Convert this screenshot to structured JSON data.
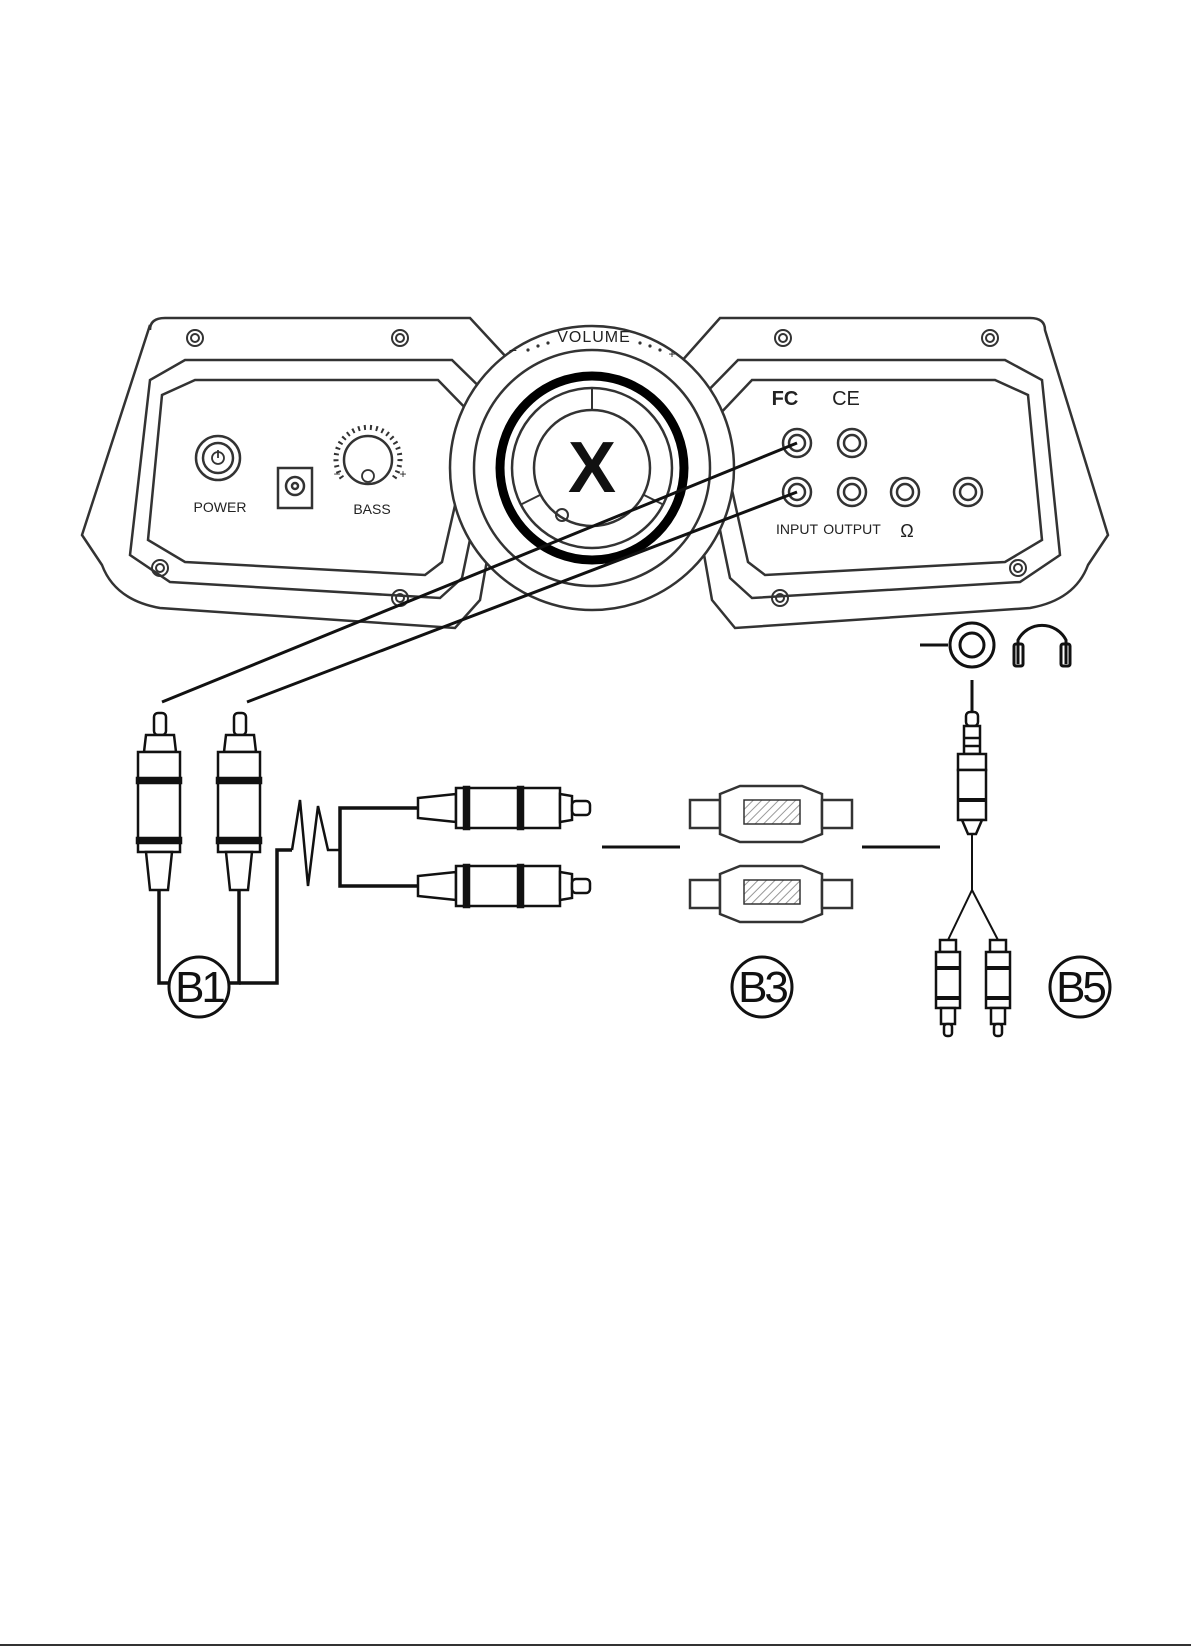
{
  "panel": {
    "volume_label": "VOLUME",
    "volume_min": "−",
    "volume_max": "+",
    "power_label": "POWER",
    "bass_label": "BASS",
    "bass_min": "−",
    "bass_max": "+",
    "fcc_mark": "FC",
    "ce_mark": "CE",
    "input_label": "INPUT",
    "output_label": "OUTPUT",
    "headphone_symbol": "Ω",
    "logo_letter": "X"
  },
  "callouts": {
    "b1": "B1",
    "b3": "B3",
    "b5": "B5"
  }
}
